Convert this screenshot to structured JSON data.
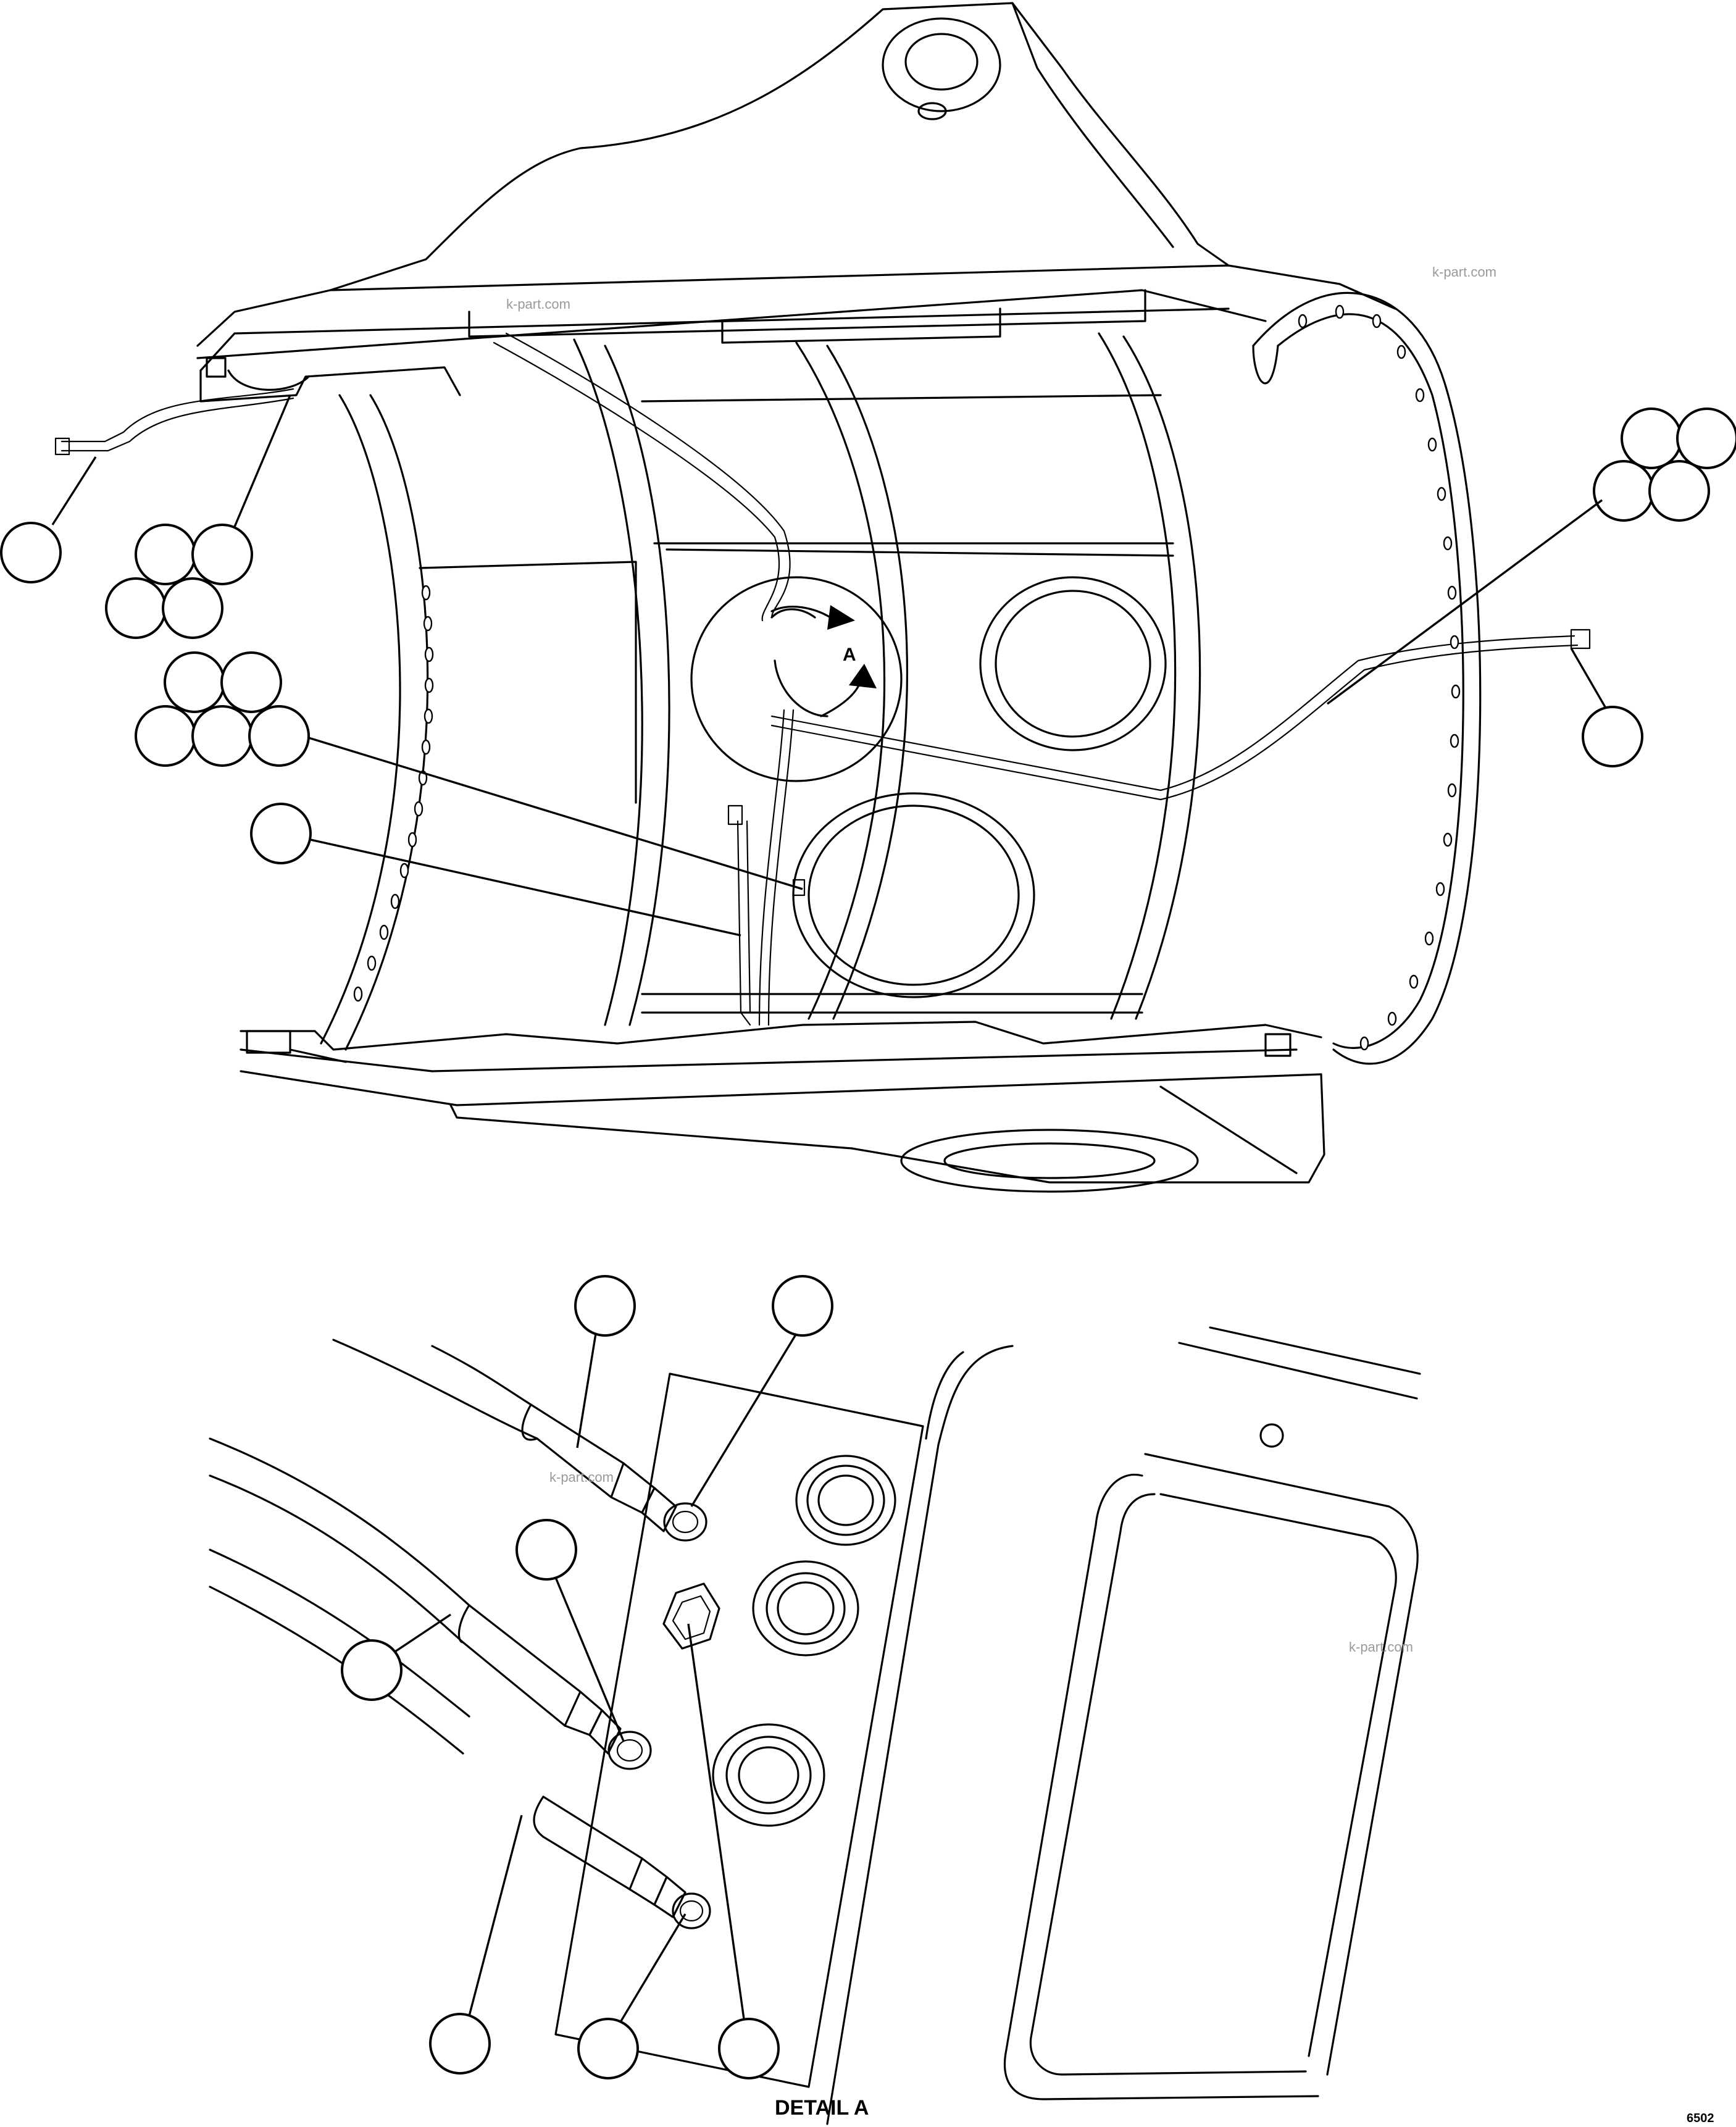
{
  "detail_marker": "A",
  "detail_title": "DETAIL A",
  "figure_number": "6502",
  "watermark": "k-part.com"
}
